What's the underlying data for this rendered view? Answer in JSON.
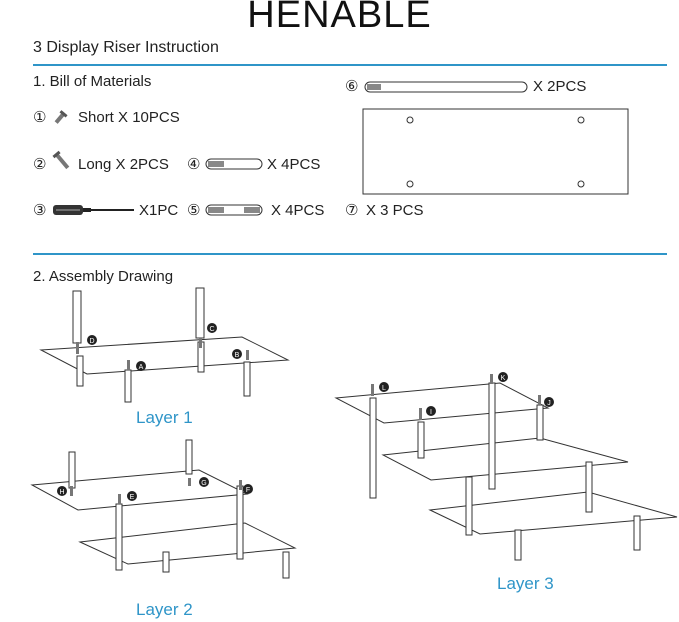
{
  "brand": "HENABLE",
  "subtitle": "3 Display Riser Instruction",
  "bom": {
    "heading": "1. Bill of Materials",
    "items": [
      {
        "num": "①",
        "label": "Short X 10PCS",
        "icon": "short-screw-icon"
      },
      {
        "num": "②",
        "label": "Long X 2PCS",
        "icon": "long-screw-icon"
      },
      {
        "num": "③",
        "label": "X1PC",
        "icon": "screwdriver-icon"
      },
      {
        "num": "④",
        "label": "X 4PCS",
        "icon": "short-standoff-icon"
      },
      {
        "num": "⑤",
        "label": "X 4PCS",
        "icon": "threaded-standoff-icon"
      },
      {
        "num": "⑥",
        "label": "X 2PCS",
        "icon": "long-standoff-icon"
      },
      {
        "num": "⑦",
        "label": "X 3 PCS",
        "icon": "glass-panel-icon"
      }
    ]
  },
  "assembly": {
    "heading": "2. Assembly Drawing",
    "layers": [
      "Layer 1",
      "Layer 2",
      "Layer 3"
    ],
    "callouts": [
      "A",
      "B",
      "C",
      "D",
      "E",
      "F",
      "G",
      "H",
      "I",
      "J",
      "K",
      "L"
    ]
  },
  "colors": {
    "accent": "#2f95c8",
    "line": "#333333"
  }
}
